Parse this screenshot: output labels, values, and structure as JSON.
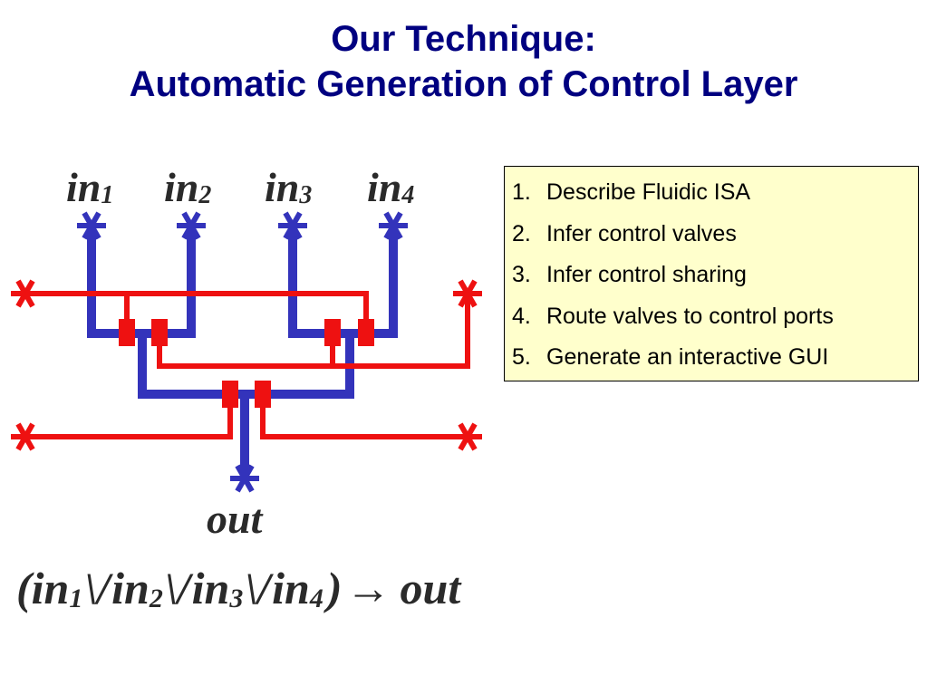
{
  "title": {
    "line1": "Our Technique:",
    "line2": "Automatic Generation of Control Layer"
  },
  "diagram": {
    "inputs": [
      {
        "base": "in",
        "sub": "1"
      },
      {
        "base": "in",
        "sub": "2"
      },
      {
        "base": "in",
        "sub": "3"
      },
      {
        "base": "in",
        "sub": "4"
      }
    ],
    "output": "out",
    "colors": {
      "flow": "#3333bb",
      "control": "#ee1111",
      "text": "#2a2a2a"
    }
  },
  "formula": {
    "open": "(",
    "terms": [
      {
        "base": "in",
        "sub": "1"
      },
      {
        "base": "in",
        "sub": "2"
      },
      {
        "base": "in",
        "sub": "3"
      },
      {
        "base": "in",
        "sub": "4"
      }
    ],
    "op": "\\/",
    "close": ")",
    "arrow": "→",
    "result": "out"
  },
  "steps": [
    {
      "num": "1.",
      "text": "Describe Fluidic ISA"
    },
    {
      "num": "2.",
      "text": "Infer control valves"
    },
    {
      "num": "3.",
      "text": "Infer control sharing"
    },
    {
      "num": "4.",
      "text": "Route valves to control ports"
    },
    {
      "num": "5.",
      "text": "Generate an interactive GUI"
    }
  ]
}
